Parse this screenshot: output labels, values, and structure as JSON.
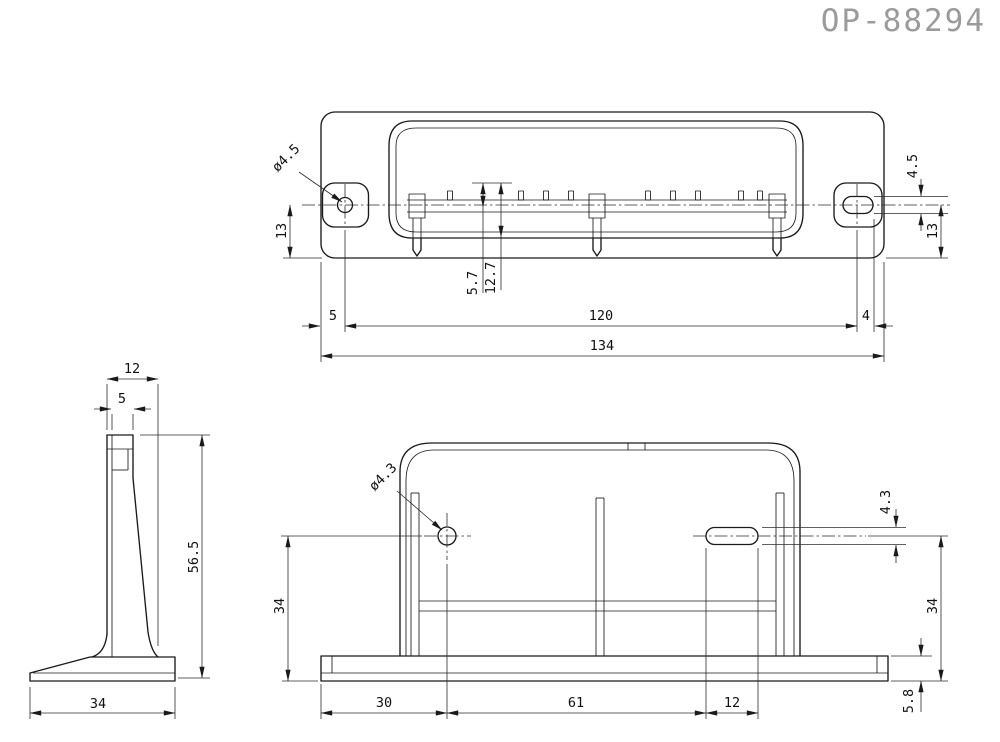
{
  "title": "OP-88294",
  "top_view": {
    "hole_callout": "ø4.5",
    "slot_width": "4.5",
    "left_height": "13",
    "right_height": "13",
    "pin_offset_a": "5.7",
    "pin_offset_b": "12.7",
    "edge_to_hole": "5",
    "hole_span": "120",
    "slot_end": "4",
    "overall_width": "134"
  },
  "side_view": {
    "top_depth": "12",
    "wall_thickness": "5",
    "overall_height": "56.5",
    "base_depth": "34"
  },
  "front_view": {
    "hole_callout": "ø4.3",
    "slot_height": "4.3",
    "left_hole_height": "34",
    "right_slot_height": "34",
    "edge_to_hole": "30",
    "hole_to_slot": "61",
    "slot_length": "12",
    "base_height": "5.8"
  }
}
